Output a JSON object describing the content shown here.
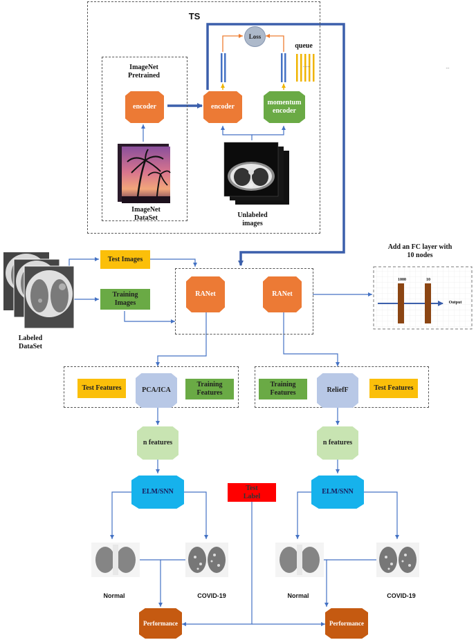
{
  "ts_title": "TS",
  "loss": "Loss",
  "queue": "queue",
  "queue_dots": "......",
  "far_dots": "...",
  "imagenet_pretrained": "ImageNet\nPretrained",
  "encoder_left": "encoder",
  "encoder_mid": "encoder",
  "momentum_encoder": "momentum\nencoder",
  "imagenet_dataset": "ImageNet\nDataSet",
  "unlabeled_images": "Unlabeled\nimages",
  "test_images": "Test Images",
  "training_images": "Training\nImages",
  "labeled_dataset": "Labeled\nDataSet",
  "ranet_left": "RANet",
  "ranet_right": "RANet",
  "fc_title": "Add an FC layer with\n10 nodes",
  "fc_1000": "1000",
  "fc_10": "10",
  "fc_output": "Output",
  "left_test_features": "Test Features",
  "left_method": "PCA/ICA",
  "left_training_features": "Training\nFeatures",
  "right_training_features": "Training\nFeatures",
  "right_method": "ReliefF",
  "right_test_features": "Test Features",
  "n_features_left": "n features",
  "n_features_right": "n features",
  "classifier_left": "ELM/SNN",
  "classifier_right": "ELM/SNN",
  "test_label": "Test\nLabel",
  "normal_left": "Normal",
  "covid_left": "COVID-19",
  "normal_right": "Normal",
  "covid_right": "COVID-19",
  "performance_left": "Performance",
  "performance_right": "Performance"
}
